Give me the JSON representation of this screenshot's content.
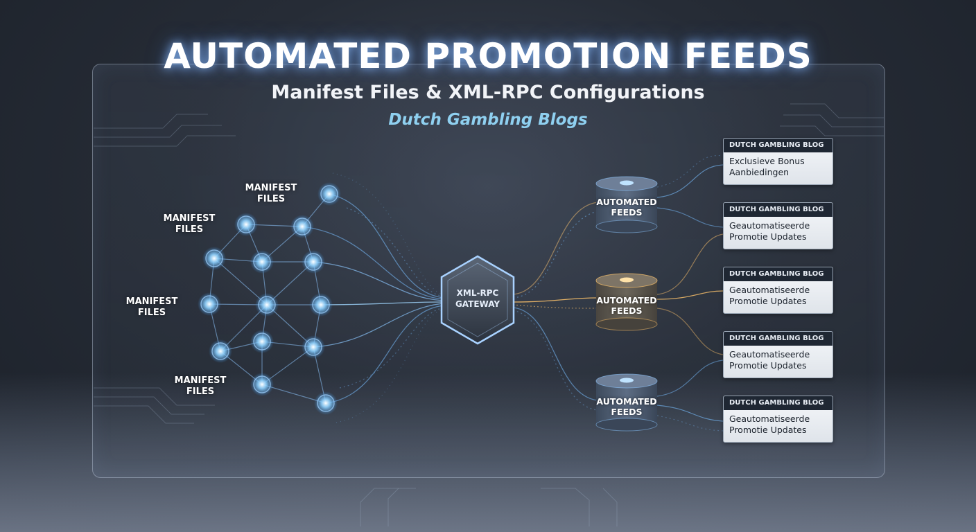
{
  "header": {
    "title": "AUTOMATED PROMOTION FEEDS",
    "subtitle": "Manifest Files & XML-RPC Configurations",
    "tagline": "Dutch Gambling Blogs"
  },
  "network": {
    "labels": [
      "MANIFEST\nFILES",
      "MANIFEST\nFILES",
      "MANIFEST\nFILES",
      "MANIFEST\nFILES"
    ]
  },
  "gateway": {
    "label": "XML-RPC\nGATEWAY"
  },
  "feeds": [
    {
      "label": "AUTOMATED\nFEEDS",
      "accent": "#7fc8ff"
    },
    {
      "label": "AUTOMATED\nFEEDS",
      "accent": "#ffc46b"
    },
    {
      "label": "AUTOMATED\nFEEDS",
      "accent": "#7fc8ff"
    }
  ],
  "cards": [
    {
      "header": "DUTCH GAMBLING BLOG",
      "body": "Exclusieve Bonus\nAanbiedingen"
    },
    {
      "header": "DUTCH GAMBLING BLOG",
      "body": "Geautomatiseerde\nPromotie Updates"
    },
    {
      "header": "DUTCH GAMBLING BLOG",
      "body": "Geautomatiseerde\nPromotie Updates"
    },
    {
      "header": "DUTCH GAMBLING BLOG",
      "body": "Geautomatiseerde\nPromotie Updates"
    },
    {
      "header": "DUTCH GAMBLING BLOG",
      "body": "Geautomatiseerde\nPromotie Updates"
    }
  ],
  "colors": {
    "glow_blue": "#7fc8ff",
    "glow_amber": "#ffc46b",
    "card_header": "#1f2733"
  }
}
